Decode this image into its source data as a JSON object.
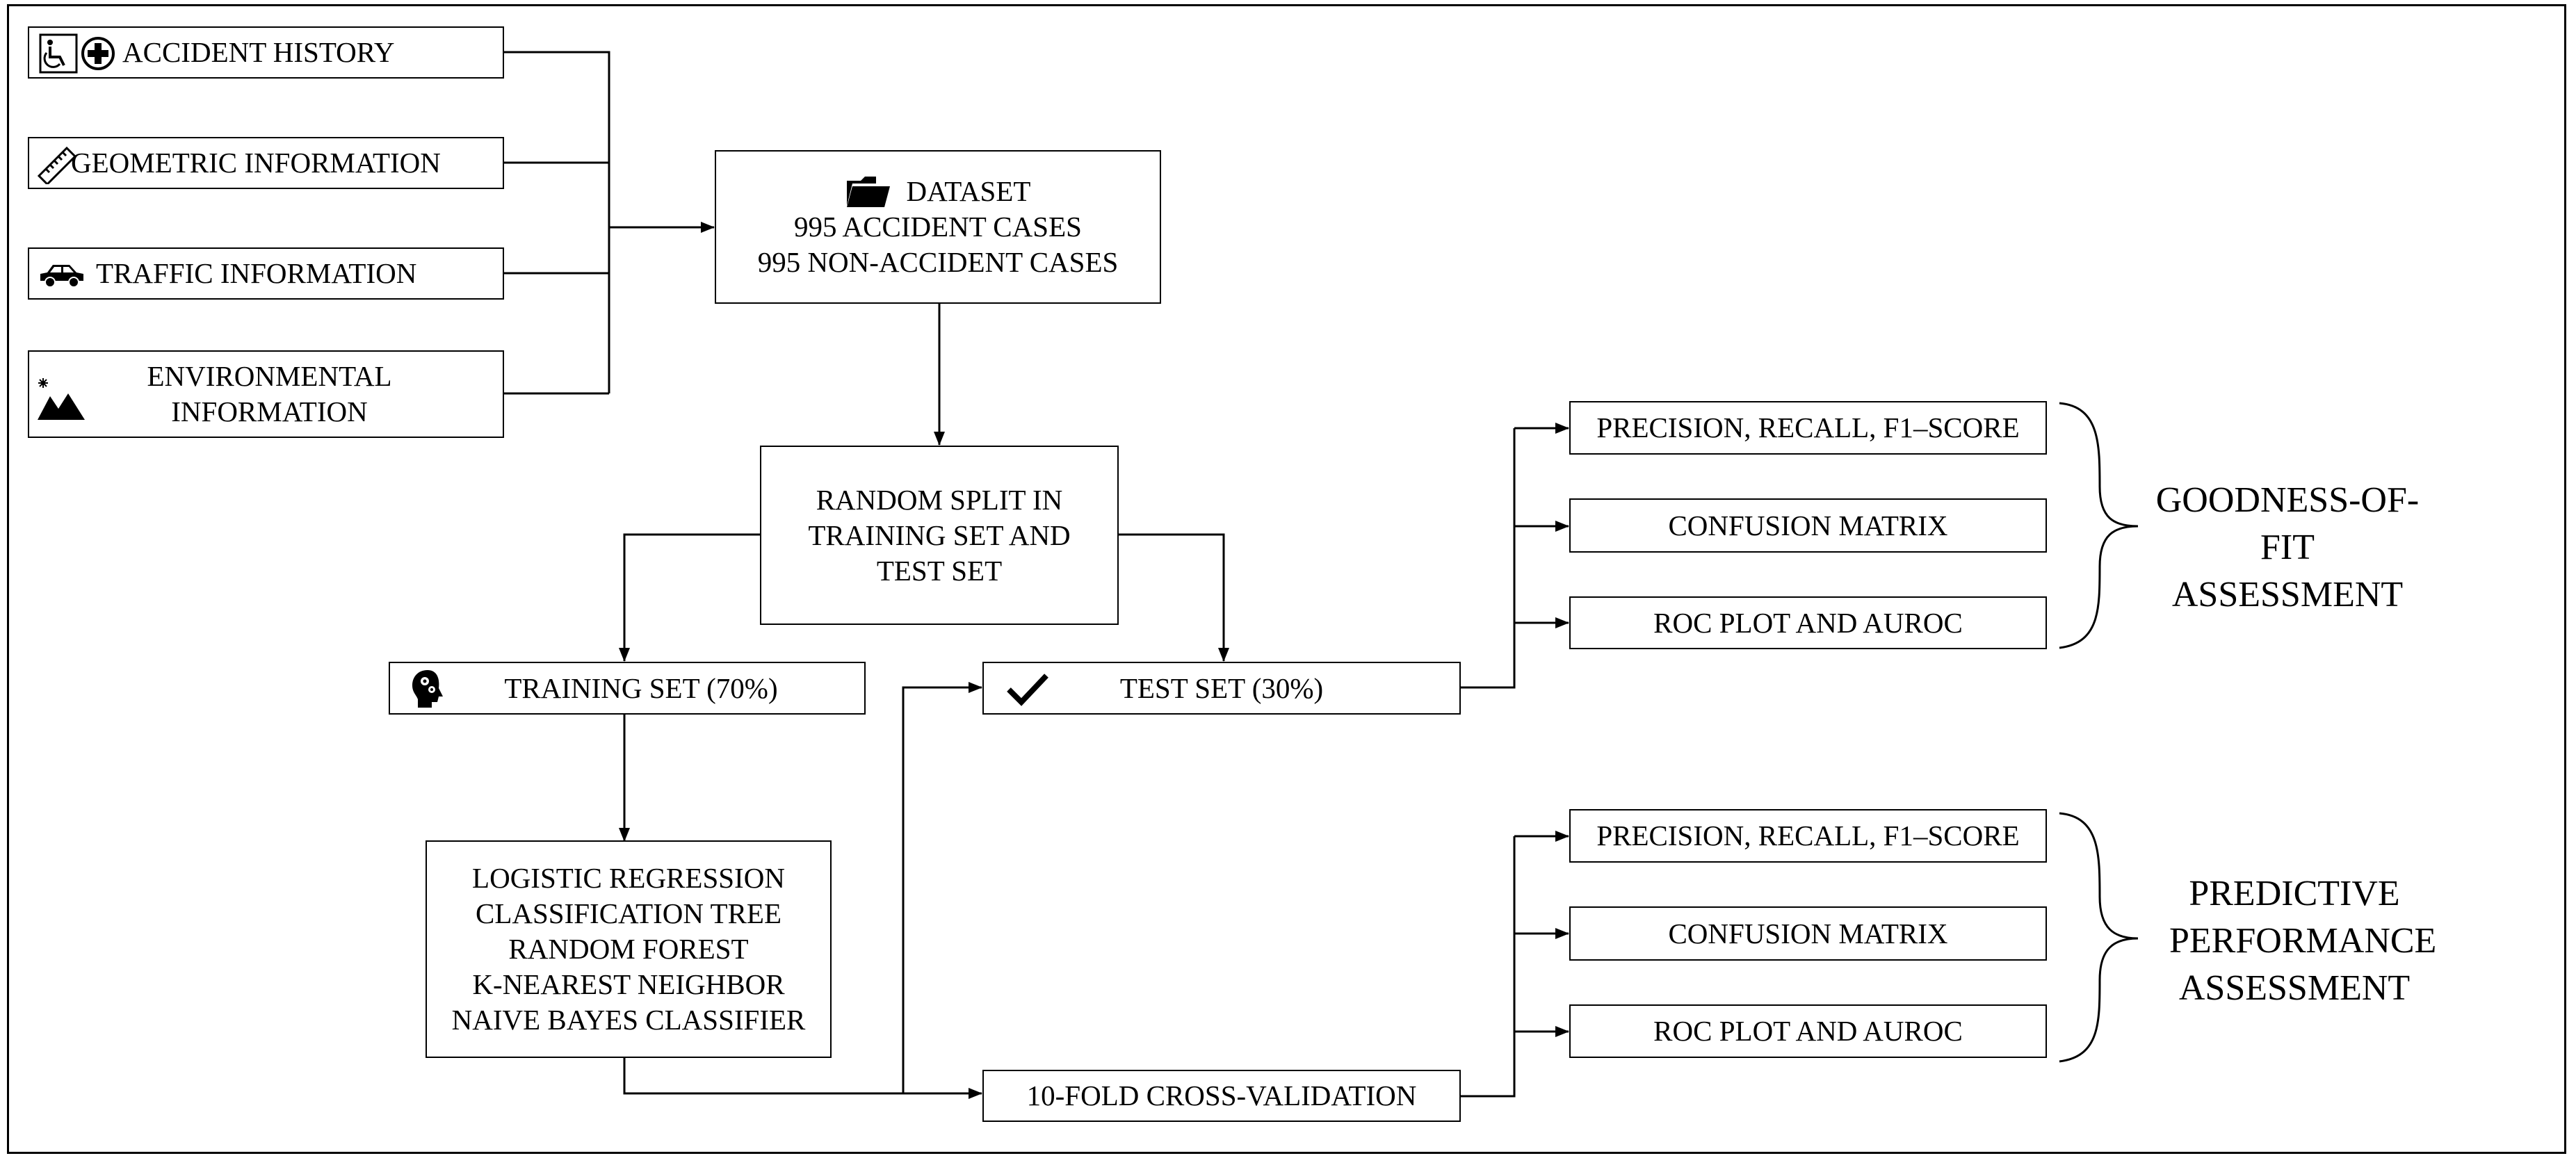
{
  "inputs": {
    "accident_history": "ACCIDENT HISTORY",
    "geometric": "GEOMETRIC INFORMATION",
    "traffic": "TRAFFIC INFORMATION",
    "environmental_1": "ENVIRONMENTAL",
    "environmental_2": "INFORMATION"
  },
  "dataset": {
    "title": "DATASET",
    "line1": "995 ACCIDENT CASES",
    "line2": "995 NON-ACCIDENT CASES"
  },
  "split": {
    "line1": "RANDOM SPLIT IN",
    "line2": "TRAINING SET AND",
    "line3": "TEST SET"
  },
  "training_set": "TRAINING SET (70%)",
  "test_set": "TEST SET (30%)",
  "models": [
    "LOGISTIC REGRESSION",
    "CLASSIFICATION TREE",
    "RANDOM FOREST",
    "K-NEAREST NEIGHBOR",
    "NAIVE BAYES CLASSIFIER"
  ],
  "cross_validation": "10-FOLD CROSS-VALIDATION",
  "metrics_top": [
    "PRECISION, RECALL, F1–SCORE",
    "CONFUSION MATRIX",
    "ROC PLOT AND AUROC"
  ],
  "metrics_bottom": [
    "PRECISION, RECALL, F1–SCORE",
    "CONFUSION MATRIX",
    "ROC PLOT AND AUROC"
  ],
  "goodness_label": [
    "GOODNESS-OF-FIT",
    "ASSESSMENT"
  ],
  "predictive_label": [
    "PREDICTIVE",
    "PERFORMANCE",
    "ASSESSMENT"
  ],
  "icons": [
    "wheelchair-icon",
    "medical-cross-icon",
    "ruler-icon",
    "car-icon",
    "landscape-icon",
    "folder-icon",
    "head-gears-icon",
    "checkmark-icon"
  ]
}
